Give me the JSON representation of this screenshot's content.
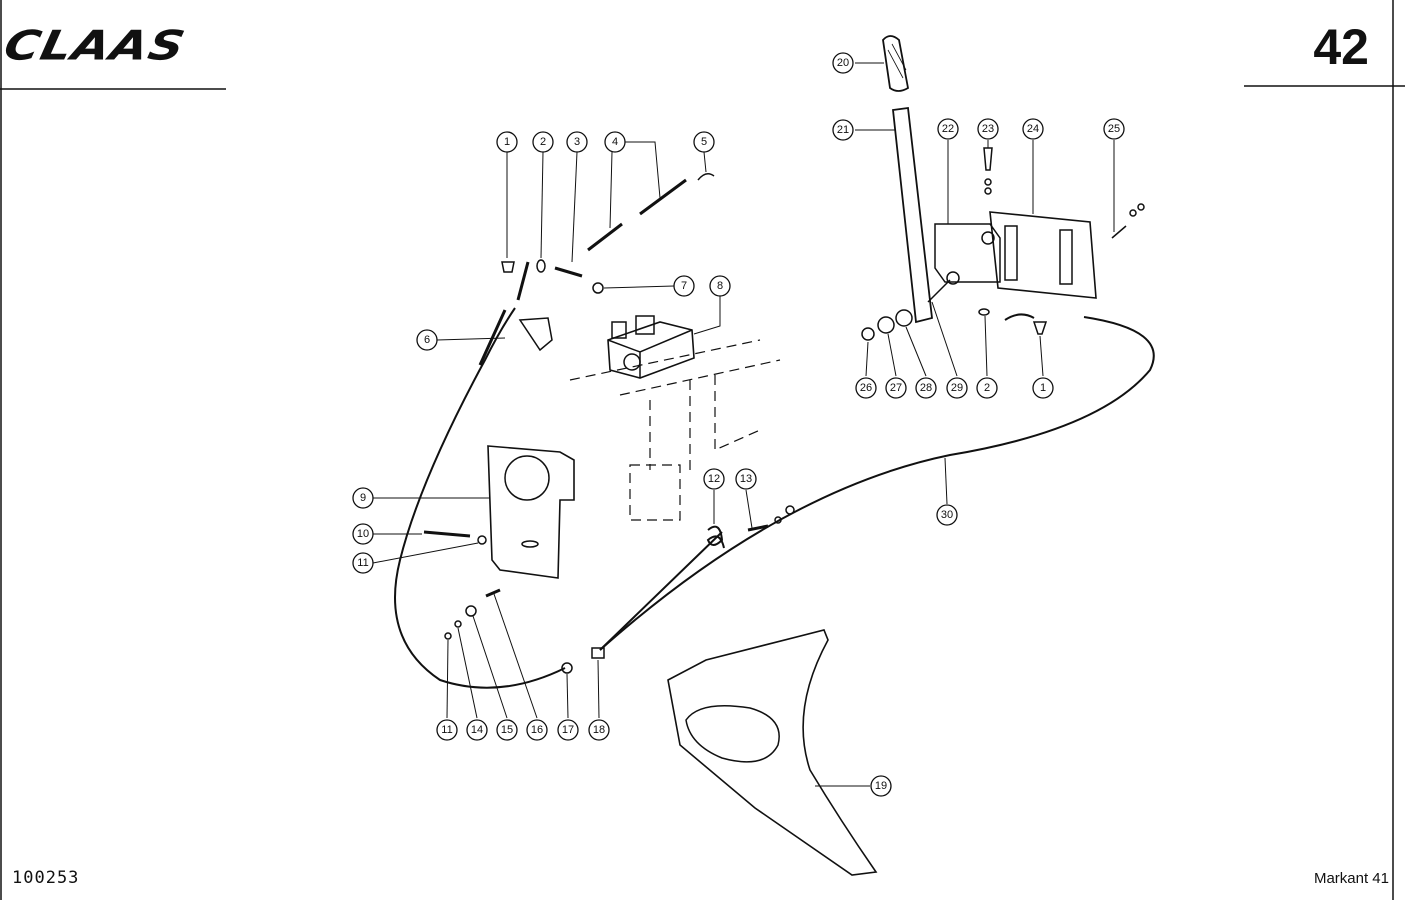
{
  "header": {
    "brand": "CLAAS",
    "page_number": "42"
  },
  "footer": {
    "document_number": "100253",
    "model": "Markant 41"
  },
  "callouts": [
    "1",
    "2",
    "3",
    "4",
    "5",
    "6",
    "7",
    "8",
    "9",
    "10",
    "11",
    "12",
    "13",
    "14",
    "15",
    "16",
    "17",
    "18",
    "19",
    "20",
    "21",
    "22",
    "23",
    "24",
    "25",
    "26",
    "27",
    "28",
    "29",
    "30"
  ]
}
